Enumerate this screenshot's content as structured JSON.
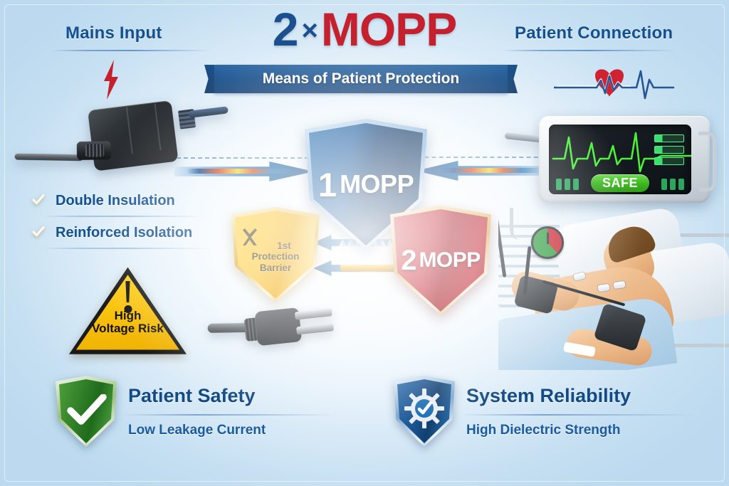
{
  "meta": {
    "title_number": "2",
    "title_times": "×",
    "title_mopp": "MOPP",
    "ribbon_text": "Means of Patient Protection"
  },
  "colors": {
    "background": "#bfdcf0",
    "navy": "#14508e",
    "red": "#c4202e",
    "gold": "#f6bd09",
    "green": "#2f9a18",
    "ribbon_blue": "#1d538e"
  },
  "header": {
    "left_label": "Mains Input",
    "right_label": "Patient Connection",
    "left_icon": "lightning-bolt-icon",
    "right_icon": "heartbeat-ecg-icon"
  },
  "left_checklist": [
    {
      "icon": "gold-check-shield-icon",
      "label": "Double Insulation"
    },
    {
      "icon": "gold-check-shield-icon",
      "label": "Reinforced Isolation"
    }
  ],
  "warning": {
    "icon": "warning-triangle-icon",
    "line1": "High",
    "line2": "Voltage Risk"
  },
  "shields": {
    "primary": {
      "number": "1",
      "unit": "MOPP",
      "color": "#123f75",
      "icon": "blue-shield-icon"
    },
    "barrier": {
      "icon": "gold-shield-icon",
      "line1": "1st",
      "line2": "Protection",
      "line3": "Barrier",
      "color": "#f2ab07"
    },
    "secondary": {
      "number": "2",
      "unit": "MOPP",
      "color": "#c62430",
      "icon": "red-shield-icon"
    }
  },
  "monitor": {
    "icon": "patient-monitor-icon",
    "status_badge": "SAFE",
    "waveform": "ecg-green-trace"
  },
  "patient": {
    "icon": "patient-in-bed-illustration",
    "devices": [
      "blood-pressure-cuff",
      "ecg-electrodes",
      "pressure-gauge"
    ]
  },
  "hardware": {
    "adapter_icon": "power-adapter-icon",
    "plug_icon": "mains-plug-icon"
  },
  "flow": {
    "left_arrow_label": "mains-to-barrier-arrow",
    "right_arrow_label": "patient-to-barrier-arrow",
    "isolation_label": "isolation-gap-arrows"
  },
  "footer_badges": [
    {
      "icon": "green-check-shield-icon",
      "title": "Patient Safety",
      "subtitle": "Low Leakage Current",
      "color": "#2e7d32"
    },
    {
      "icon": "blue-gear-check-shield-icon",
      "title": "System Reliability",
      "subtitle": "High Dielectric Strength",
      "color": "#15508f"
    }
  ]
}
